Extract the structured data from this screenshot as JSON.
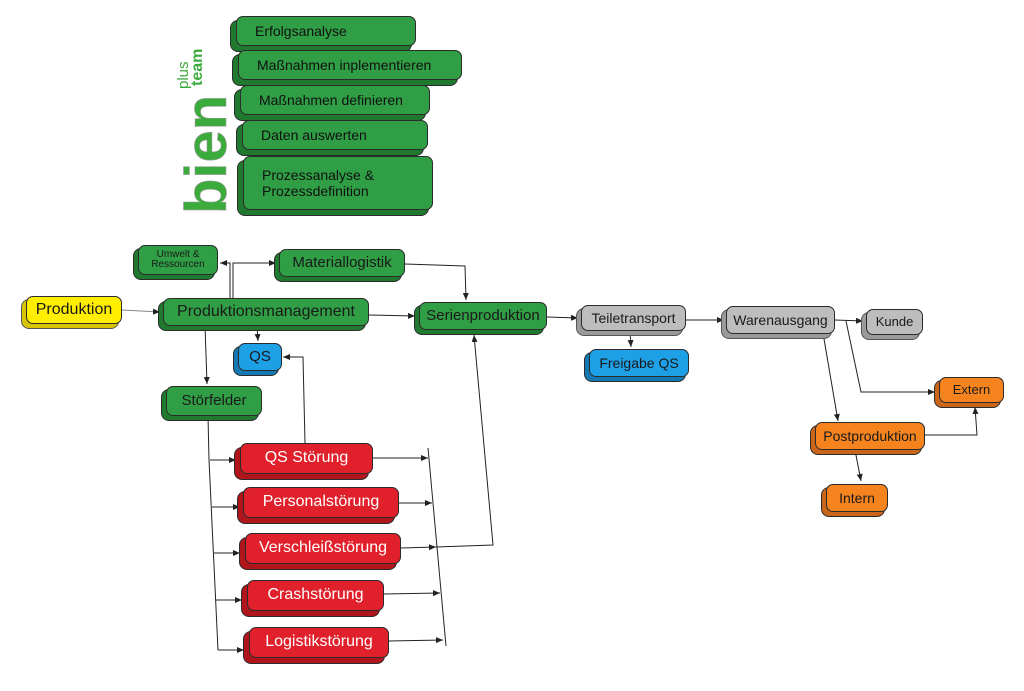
{
  "logo": {
    "main": "bien",
    "sup1": "plus",
    "sup2": "team",
    "color": "#3bab3b"
  },
  "steps": [
    {
      "label": "Erfolgsanalyse"
    },
    {
      "label": "Maßnahmen inplementieren"
    },
    {
      "label": "Maßnahmen definieren"
    },
    {
      "label": "Daten auswerten"
    },
    {
      "label": "Prozessanalyse &\nProzessdefinition"
    }
  ],
  "nodes": {
    "produktion": "Produktion",
    "umwelt": "Umwelt &\nRessourcen",
    "materiallogistik": "Materiallogistik",
    "produktionsmanagement": "Produktionsmanagement",
    "qs": "QS",
    "stoerfelder": "Störfelder",
    "serienproduktion": "Serienproduktion",
    "teiletransport": "Teiletransport",
    "freigabe_qs": "Freigabe QS",
    "warenausgang": "Warenausgang",
    "kunde": "Kunde",
    "extern": "Extern",
    "postproduktion": "Postproduktion",
    "intern": "Intern"
  },
  "stoerungen": [
    {
      "label": "QS Störung"
    },
    {
      "label": "Personalstörung"
    },
    {
      "label": "Verschleißstörung"
    },
    {
      "label": "Crashstörung"
    },
    {
      "label": "Logistikstörung"
    }
  ],
  "colors": {
    "green": "#2f9e45",
    "yellow": "#ffee00",
    "blue": "#1ea0e6",
    "grey": "#bdbdbd",
    "orange": "#f5841f",
    "red": "#e0202a"
  }
}
